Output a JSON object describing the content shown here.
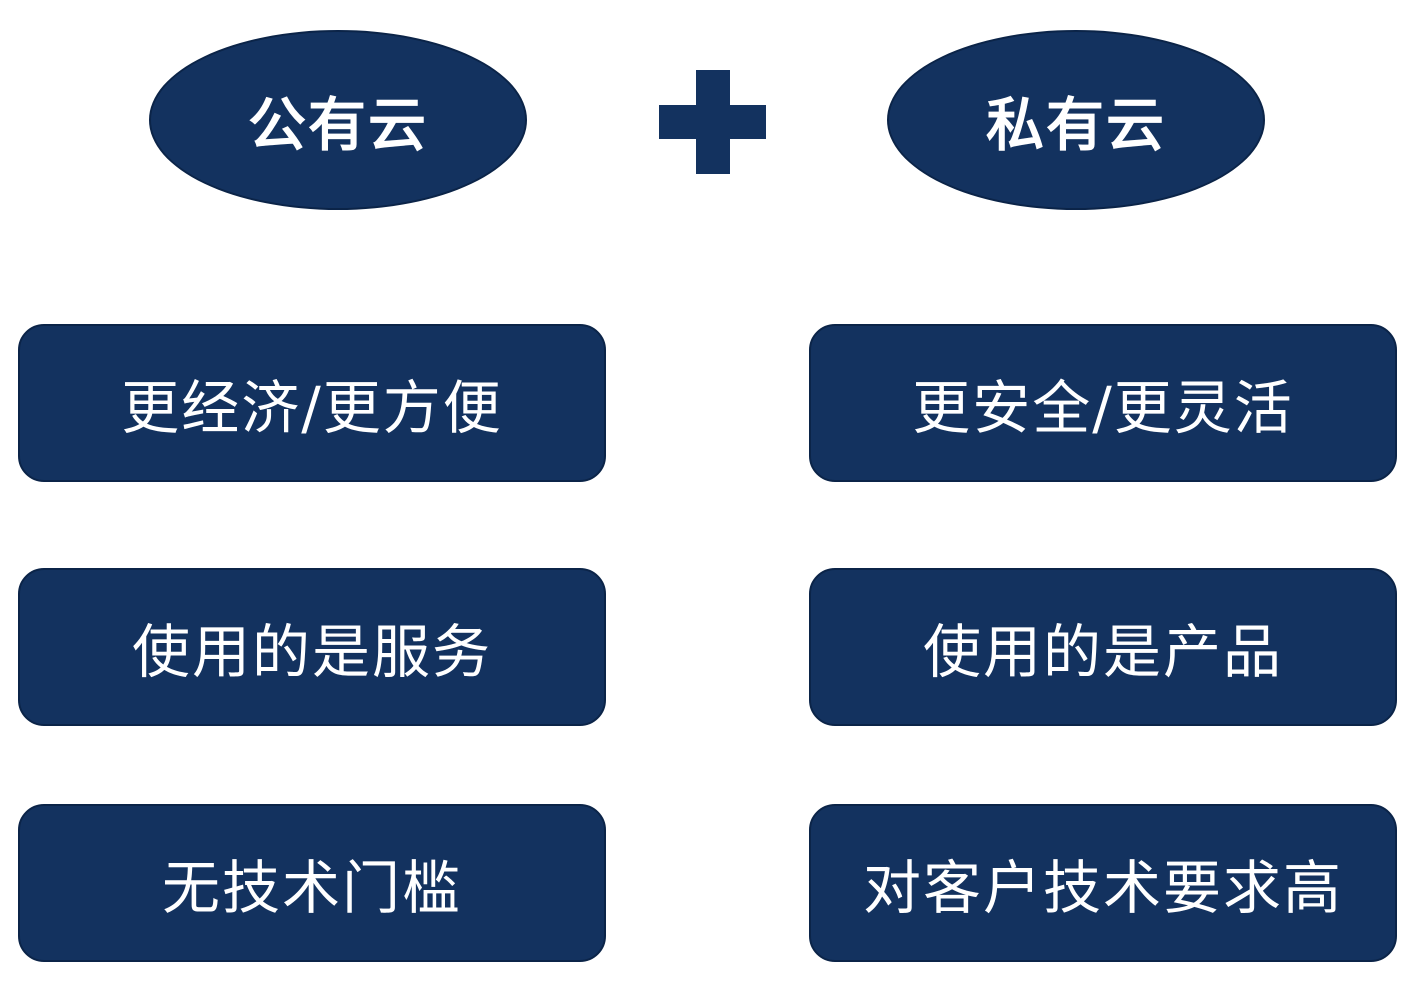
{
  "header": {
    "public_cloud": "公有云",
    "private_cloud": "私有云"
  },
  "public_features": [
    "更经济/更方便",
    "使用的是服务",
    "无技术门槛"
  ],
  "private_features": [
    "更安全/更灵活",
    "使用的是产品",
    "对客户技术要求高"
  ],
  "colors": {
    "shape_fill": "#13325f",
    "text": "#ffffff",
    "background": "#ffffff"
  },
  "icons": {
    "combine": "plus-icon"
  }
}
